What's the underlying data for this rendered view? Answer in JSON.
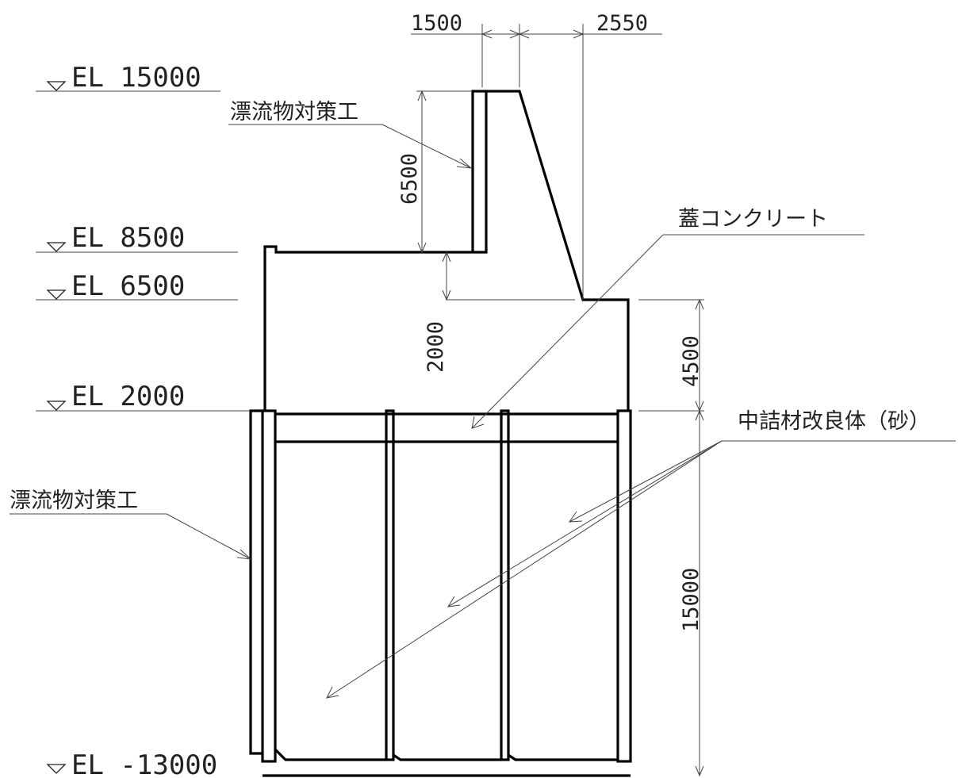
{
  "elevations": [
    {
      "id": "el-15000",
      "text": "EL 15000"
    },
    {
      "id": "el-8500",
      "text": "EL 8500"
    },
    {
      "id": "el-6500",
      "text": "EL 6500"
    },
    {
      "id": "el-2000",
      "text": "EL 2000"
    },
    {
      "id": "el-m13000",
      "text": "EL -13000"
    }
  ],
  "dimensions": {
    "crest_width": "1500",
    "slope_width": "2550",
    "parapet_height": "6500",
    "step_height": "2000",
    "cap_height": "4500",
    "cell_height": "15000"
  },
  "labels": {
    "debris_upper": "漂流物対策工",
    "debris_lower": "漂流物対策工",
    "cap_concrete": "蓋コンクリート",
    "fill_material": "中詰材改良体（砂）"
  }
}
